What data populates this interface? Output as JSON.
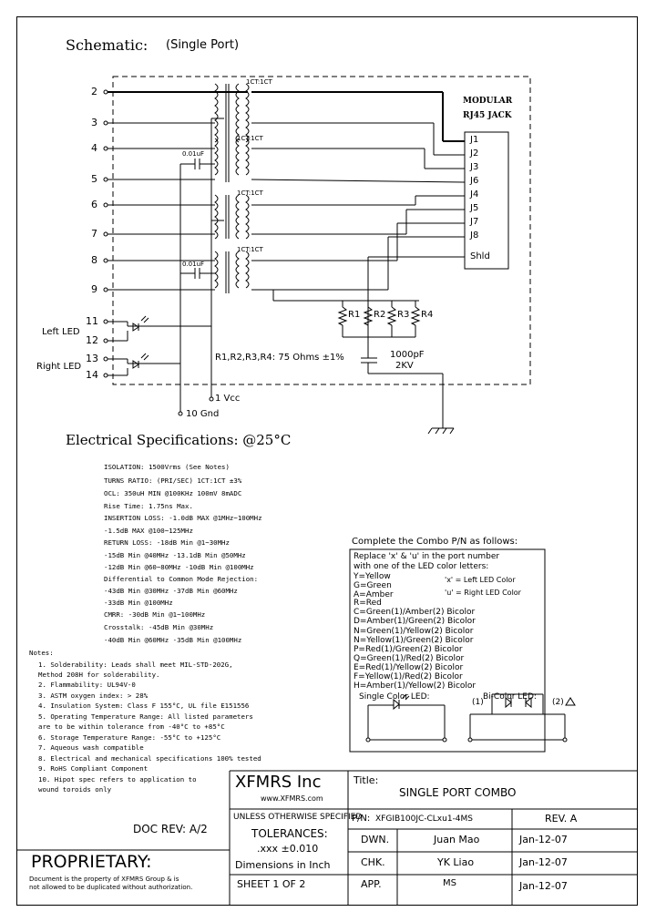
{
  "schematic": {
    "title": "Schematic:",
    "subtitle": "(Single Port)",
    "pins": [
      "2",
      "3",
      "4",
      "5",
      "6",
      "7",
      "8",
      "9",
      "11",
      "12",
      "13",
      "14"
    ],
    "transformer_labels": [
      "1CT:1CT",
      "1CT:1CT",
      "1CT:1CT",
      "1CT:1CT"
    ],
    "cap_labels": [
      "0.01uF",
      "0.01uF"
    ],
    "jack_title_line1": "MODULAR",
    "jack_title_line2": "RJ45 JACK",
    "jack_pins": [
      "J1",
      "J2",
      "J3",
      "J6",
      "J4",
      "J5",
      "J7",
      "J8",
      "Shld"
    ],
    "resistors": [
      "R1",
      "R2",
      "R3",
      "R4"
    ],
    "left_led": "Left LED",
    "right_led": "Right LED",
    "resistor_note": "R1,R2,R3,R4: 75 Ohms ±1%",
    "hv_cap_line1": "1000pF",
    "hv_cap_line2": "2KV",
    "vcc_label": "1 Vcc",
    "gnd_label": "10 Gnd"
  },
  "electrical": {
    "title": "Electrical Specifications: @25°C",
    "lines": [
      "ISOLATION: 1500Vrms (See Notes)",
      "TURNS RATIO: (PRI/SEC) 1CT:1CT ±3%",
      "OCL: 350uH MIN @100KHz 100mV 8mADC",
      "Rise Time: 1.75ns Max.",
      "INSERTION LOSS: -1.0dB MAX @1MHz~100MHz",
      "              -1.5dB MAX @100~125MHz",
      "RETURN LOSS: -18dB Min @1~30MHz",
      "     -15dB Min @40MHz -13.1dB Min @50MHz",
      "     -12dB Min @60~80MHz -10dB Min @100MHz",
      "Differential to Common Mode Rejection:",
      "        -43dB Min @30MHz -37dB Min @60MHz",
      "        -33dB Min @100MHz",
      "CMRR: -30dB Min @1~100MHz",
      "Crosstalk: -45dB Min @30MHz",
      "     -40dB Min @60MHz -35dB Min @100MHz"
    ]
  },
  "notes": {
    "heading": "Notes:",
    "items": [
      "1. Solderability: Leads shall meet MIL-STD-202G,",
      "   Method 208H for solderability.",
      "2. Flammability: UL94V-0",
      "3. ASTM oxygen index: > 28%",
      "4. Insulation System: Class F 155°C, UL file E151556",
      "5. Operating Temperature Range: All listed parameters",
      "   are to be within tolerance from -40°C to +85°C",
      "6. Storage Temperature Range: -55°C to +125°C",
      "7. Aqueous wash compatible",
      "8. Electrical and mechanical specifications 100% tested",
      "9. RoHS Compliant Component",
      "10. Hipot spec refers to application to",
      "    wound toroids only"
    ]
  },
  "combo": {
    "title": "Complete the Combo P/N as follows:",
    "intro1": "Replace 'x' & 'u' in the port number",
    "intro2": "with one of the LED color letters:",
    "codes": [
      "Y=Yellow",
      "G=Green",
      "A=Amber",
      "R=Red",
      "C=Green(1)/Amber(2) Bicolor",
      "D=Amber(1)/Green(2) Bicolor",
      "N=Green(1)/Yellow(2) Bicolor",
      "N=Yellow(1)/Green(2) Bicolor",
      "P=Red(1)/Green(2) Bicolor",
      "Q=Green(1)/Red(2) Bicolor",
      "E=Red(1)/Yellow(2) Bicolor",
      "F=Yellow(1)/Red(2) Bicolor",
      "H=Amber(1)/Yellow(2) Bicolor"
    ],
    "x_note": "'x' = Left LED Color",
    "u_note": "'u' = Right LED Color",
    "single_led": "Single Color LED:",
    "bi_led": "Bi-Color LED:",
    "bi_1": "(1)",
    "bi_2": "(2)"
  },
  "title_block": {
    "doc_rev": "DOC REV: A/2",
    "proprietary": "PROPRIETARY:",
    "prop_line1": "Document is the property of XFMRS Group & is",
    "prop_line2": "not allowed to be duplicated without authorization.",
    "company": "XFMRS Inc",
    "website": "www.XFMRS.com",
    "title_label": "Title:",
    "title_value": "SINGLE PORT COMBO",
    "unless": "UNLESS OTHERWISE SPECIFIED",
    "tolerances": "TOLERANCES:",
    "tol_value": ".xxx ±0.010",
    "dims": "Dimensions in Inch",
    "sheet": "SHEET  1  OF  2",
    "pn_label": "P/N:",
    "pn_value": "XFGIB100JC-CLxu1-4MS",
    "rev": "REV. A",
    "dwn_label": "DWN.",
    "dwn_name": "Juan Mao",
    "dwn_date": "Jan-12-07",
    "chk_label": "CHK.",
    "chk_name": "YK Liao",
    "chk_date": "Jan-12-07",
    "app_label": "APP.",
    "app_name": "MS",
    "app_date": "Jan-12-07"
  }
}
